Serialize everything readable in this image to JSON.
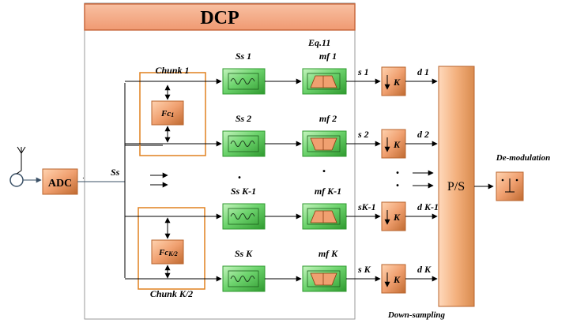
{
  "title": "DCP",
  "chunks": [
    {
      "label": "Chunk 1",
      "fc_main": "Fc",
      "fc_sub": "1"
    },
    {
      "label": "Chunk K/2",
      "fc_main": "Fc",
      "fc_sub": "K/2"
    }
  ],
  "eq_label": "Eq.11",
  "adc_label": "ADC",
  "ss_label": "Ss",
  "rows": [
    {
      "ss": "Ss 1",
      "mf": "mf 1",
      "s": "s 1",
      "d": "d 1",
      "k": "K"
    },
    {
      "ss": "Ss 2",
      "mf": "mf 2",
      "s": "s 2",
      "d": "d 2",
      "k": "K"
    },
    {
      "ss": "Ss K-1",
      "mf": "mf K-1",
      "s": "sK-1",
      "d": "d K-1",
      "k": "K"
    },
    {
      "ss": "Ss  K",
      "mf": "mf  K",
      "s": "s K",
      "d": "d K",
      "k": "K"
    }
  ],
  "ellipsis": ".",
  "ps_label": "P/S",
  "demod_label": "De-modulation",
  "downsampling_label": "Down-sampling",
  "colors": {
    "header_fill": "#f4a987",
    "header_border": "#c9693e",
    "orange_block": "#f0a070",
    "orange_block_dark": "#b8642e",
    "green_block": "#6ed46e",
    "green_block_dark": "#2f9a2f",
    "chunk_border": "#e0801f",
    "ps_fill": "#f3b07d"
  }
}
